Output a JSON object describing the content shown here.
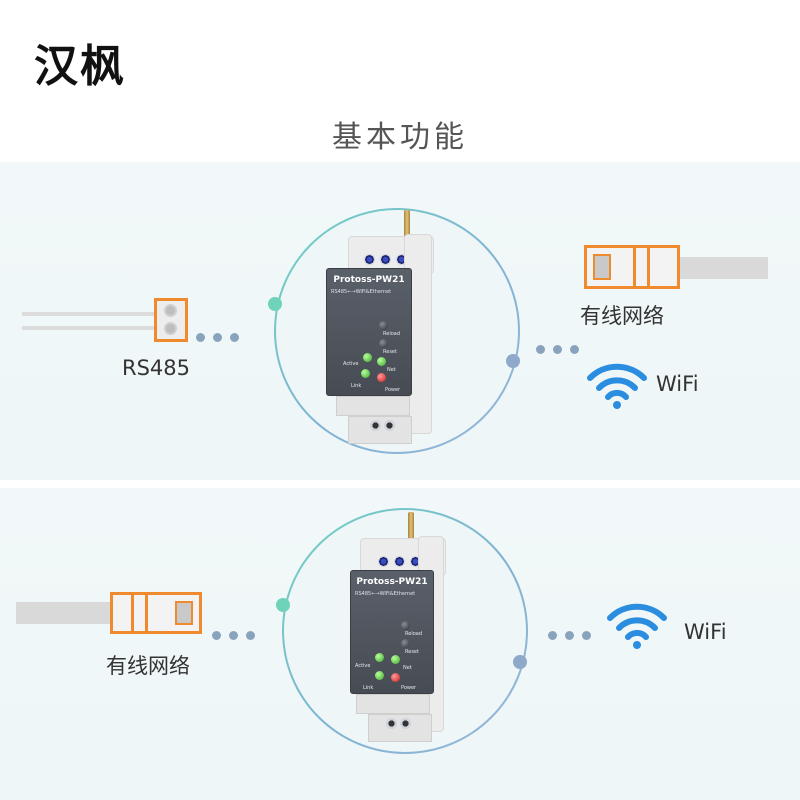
{
  "brand": "汉枫",
  "section_title": "基本功能",
  "device": {
    "title": "Protoss-PW21",
    "subtitle": "RS485←→WiFi&Ethernet",
    "reload": "Reload",
    "reset": "Reset",
    "active": "Active",
    "net": "Net",
    "link": "Link",
    "power": "Power"
  },
  "top": {
    "left_label": "RS485",
    "right_top_label": "有线网络",
    "right_bottom_label": "WiFi"
  },
  "bottom": {
    "left_label": "有线网络",
    "right_label": "WiFi"
  },
  "colors": {
    "accent_orange": "#ef8a2e",
    "wifi_blue": "#2a8de0",
    "ring_green": "#6fd3b9",
    "ring_blue": "#8ea9c9"
  },
  "icons": [
    "wifi-icon",
    "rs485-connector-icon",
    "ethernet-connector-icon"
  ]
}
